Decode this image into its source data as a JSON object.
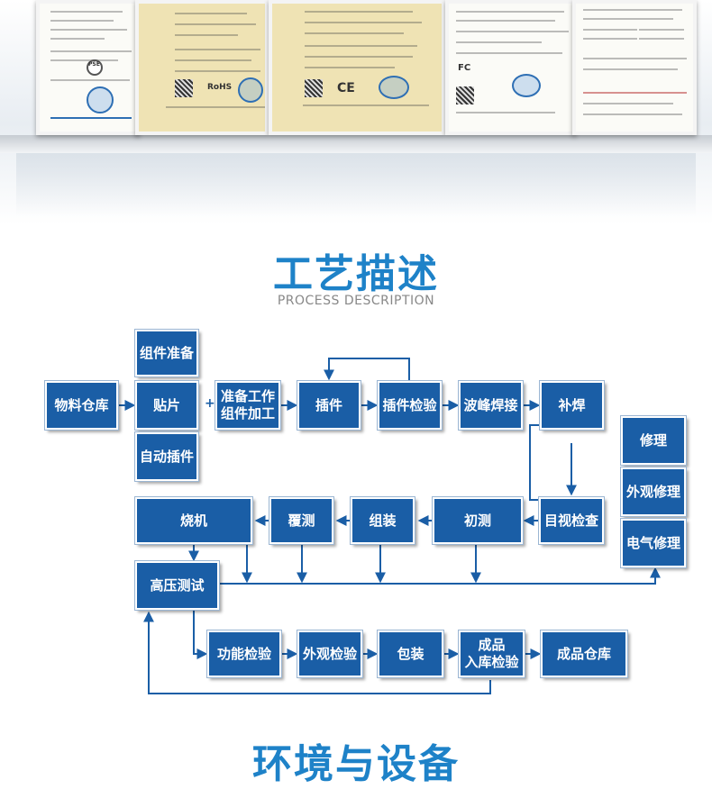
{
  "process_section": {
    "title": "工艺描述",
    "subtitle": "PROCESS DESCRIPTION"
  },
  "env_section": {
    "title": "环境与设备"
  },
  "certificates": [
    {
      "style": "white",
      "marks": [
        "PSE"
      ]
    },
    {
      "style": "beige",
      "marks": [
        "RoHS"
      ]
    },
    {
      "style": "beige",
      "marks": [
        "CE"
      ]
    },
    {
      "style": "white",
      "marks": [
        "FC"
      ]
    },
    {
      "style": "white",
      "marks": []
    }
  ],
  "process": {
    "material_store": "物料仓库",
    "component_prep": "组件准备",
    "smt": "贴片",
    "auto_insert": "自动插件",
    "plus": "+",
    "prep_work": "准备工作\n组件加工",
    "insert": "插件",
    "insert_check": "插件检验",
    "wave_solder": "波峰焊接",
    "touch_solder": "补焊",
    "repair": "修理",
    "visual_repair": "外观修理",
    "electrical_repair": "电气修理",
    "burn_in": "烧机",
    "cover_test": "覆测",
    "assembly": "组装",
    "initial_test": "初测",
    "visual_inspect": "目视检查",
    "hipot_test": "高压测试",
    "function_check": "功能检验",
    "appearance_check": "外观检验",
    "packing": "包装",
    "final_check": "成品\n入库检验",
    "finished_store": "成品仓库"
  }
}
